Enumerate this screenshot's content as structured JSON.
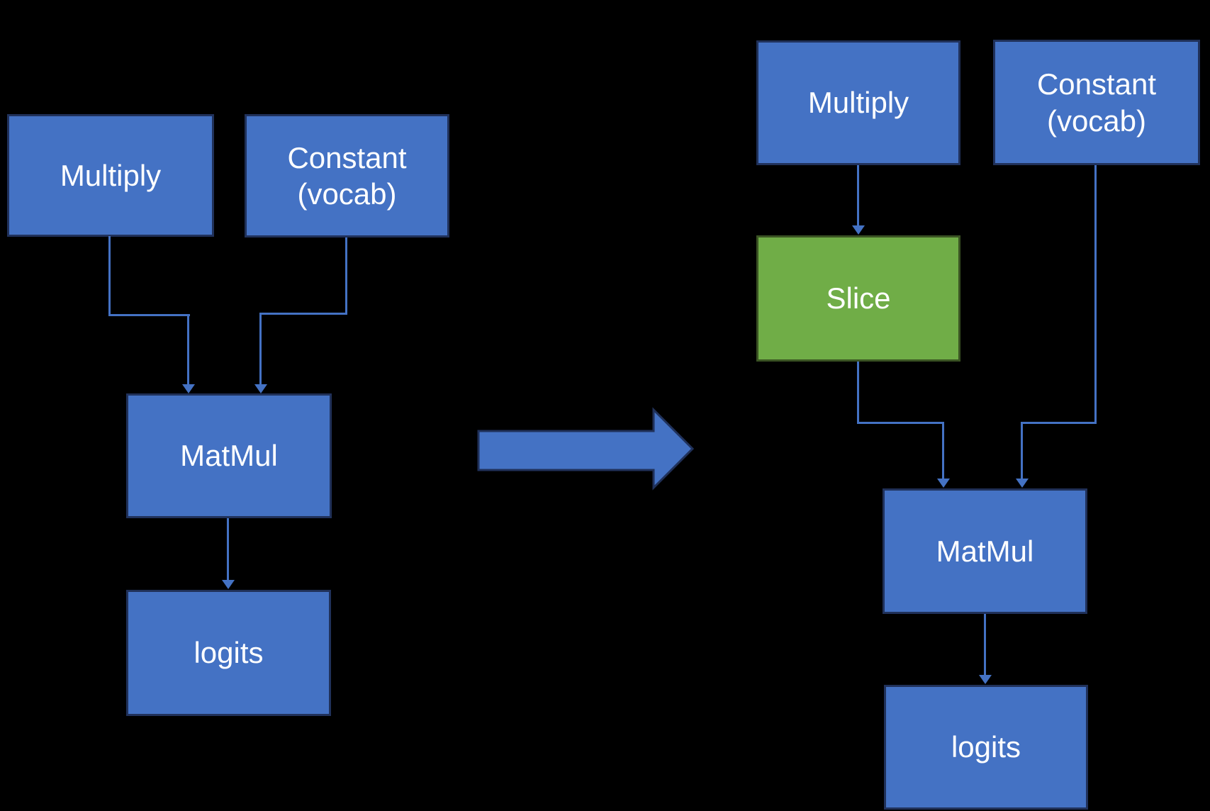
{
  "diagram": {
    "colors": {
      "background": "#000000",
      "node_fill_blue": "#4472C4",
      "node_border_blue": "#20315A",
      "node_fill_green": "#70AD47",
      "node_border_green": "#3A5323",
      "connector": "#4472C4",
      "text": "#FFFFFF"
    },
    "left_graph": {
      "nodes": {
        "multiply": {
          "label": "Multiply"
        },
        "constant": {
          "label": "Constant\n(vocab)"
        },
        "matmul": {
          "label": "MatMul"
        },
        "logits": {
          "label": "logits"
        }
      },
      "edges": [
        {
          "from": "multiply",
          "to": "matmul"
        },
        {
          "from": "constant",
          "to": "matmul"
        },
        {
          "from": "matmul",
          "to": "logits"
        }
      ]
    },
    "transform_arrow": {
      "direction": "right"
    },
    "right_graph": {
      "nodes": {
        "multiply": {
          "label": "Multiply"
        },
        "constant": {
          "label": "Constant\n(vocab)"
        },
        "slice": {
          "label": "Slice"
        },
        "matmul": {
          "label": "MatMul"
        },
        "logits": {
          "label": "logits"
        }
      },
      "edges": [
        {
          "from": "multiply",
          "to": "slice"
        },
        {
          "from": "slice",
          "to": "matmul"
        },
        {
          "from": "constant",
          "to": "matmul"
        },
        {
          "from": "matmul",
          "to": "logits"
        }
      ]
    }
  }
}
